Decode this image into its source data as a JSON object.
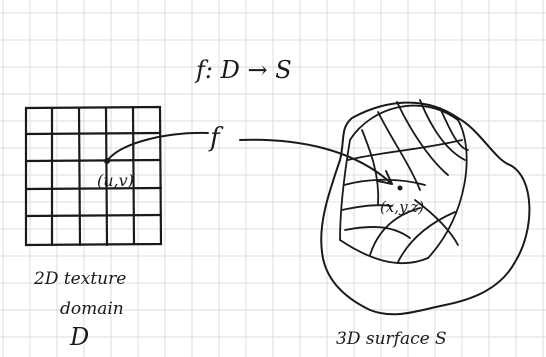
{
  "diagram": {
    "mapping_label": "f: D → S",
    "arrow_label": "f",
    "domain_point_label": "(u,v)",
    "surface_point_label": "(x,y,z)",
    "domain_caption": {
      "line1": "2D texture",
      "line2": "domain",
      "line3": "D"
    },
    "surface_caption": "3D surface S"
  },
  "colors": {
    "paper": "#ffffff",
    "grid_paper": "#dcdcdc",
    "ink": "#1a1a1a"
  }
}
